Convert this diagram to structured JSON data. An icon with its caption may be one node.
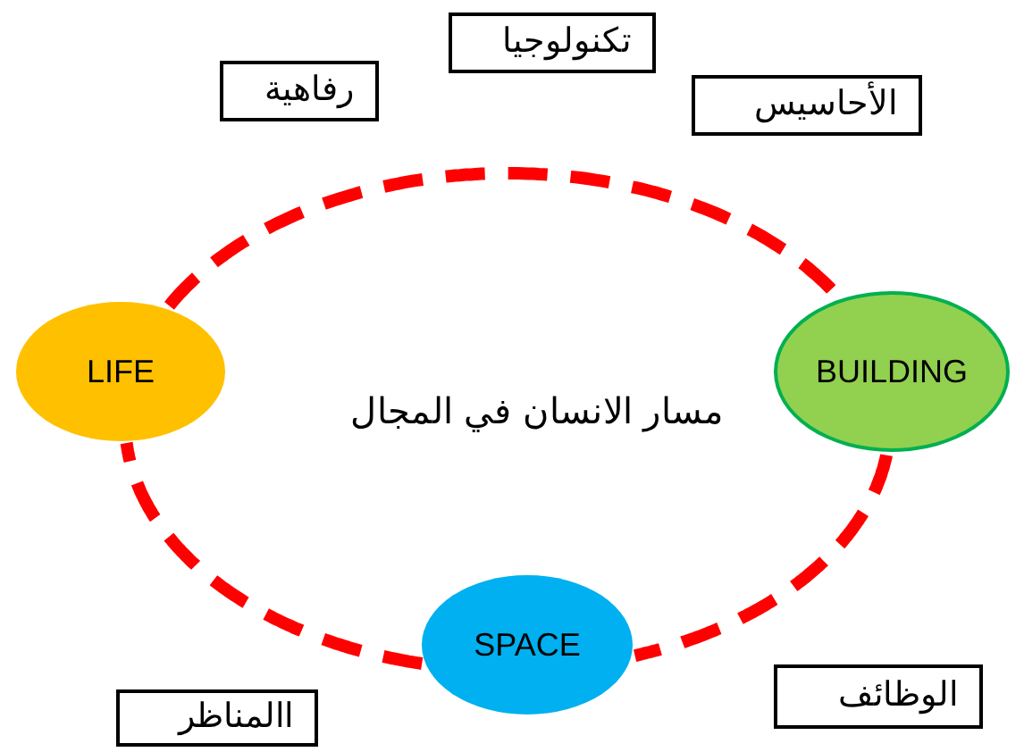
{
  "diagram": {
    "nodes": [
      {
        "text": [
          "تكنولوجيا"
        ]
      },
      {
        "text": [
          "رفاهية"
        ]
      },
      {
        "text": [
          "الأحاسيس"
        ]
      },
      {
        "text": [
          "LIFE"
        ]
      },
      {
        "text": [
          "BUILDING"
        ]
      },
      {
        "text": [
          "SPACE"
        ]
      },
      {
        "text": [
          "االمناظر"
        ]
      },
      {
        "text": [
          "الوظائف"
        ]
      }
    ],
    "edges": [
      {
        "from": 3,
        "to": 4,
        "arrow": "none",
        "style": "dashed"
      },
      {
        "from": 4,
        "to": 5,
        "arrow": "none",
        "style": "dashed"
      },
      {
        "from": 5,
        "to": 3,
        "arrow": "none",
        "style": "dashed"
      }
    ],
    "labels": [
      "مسار الانسان في المجال"
    ]
  }
}
